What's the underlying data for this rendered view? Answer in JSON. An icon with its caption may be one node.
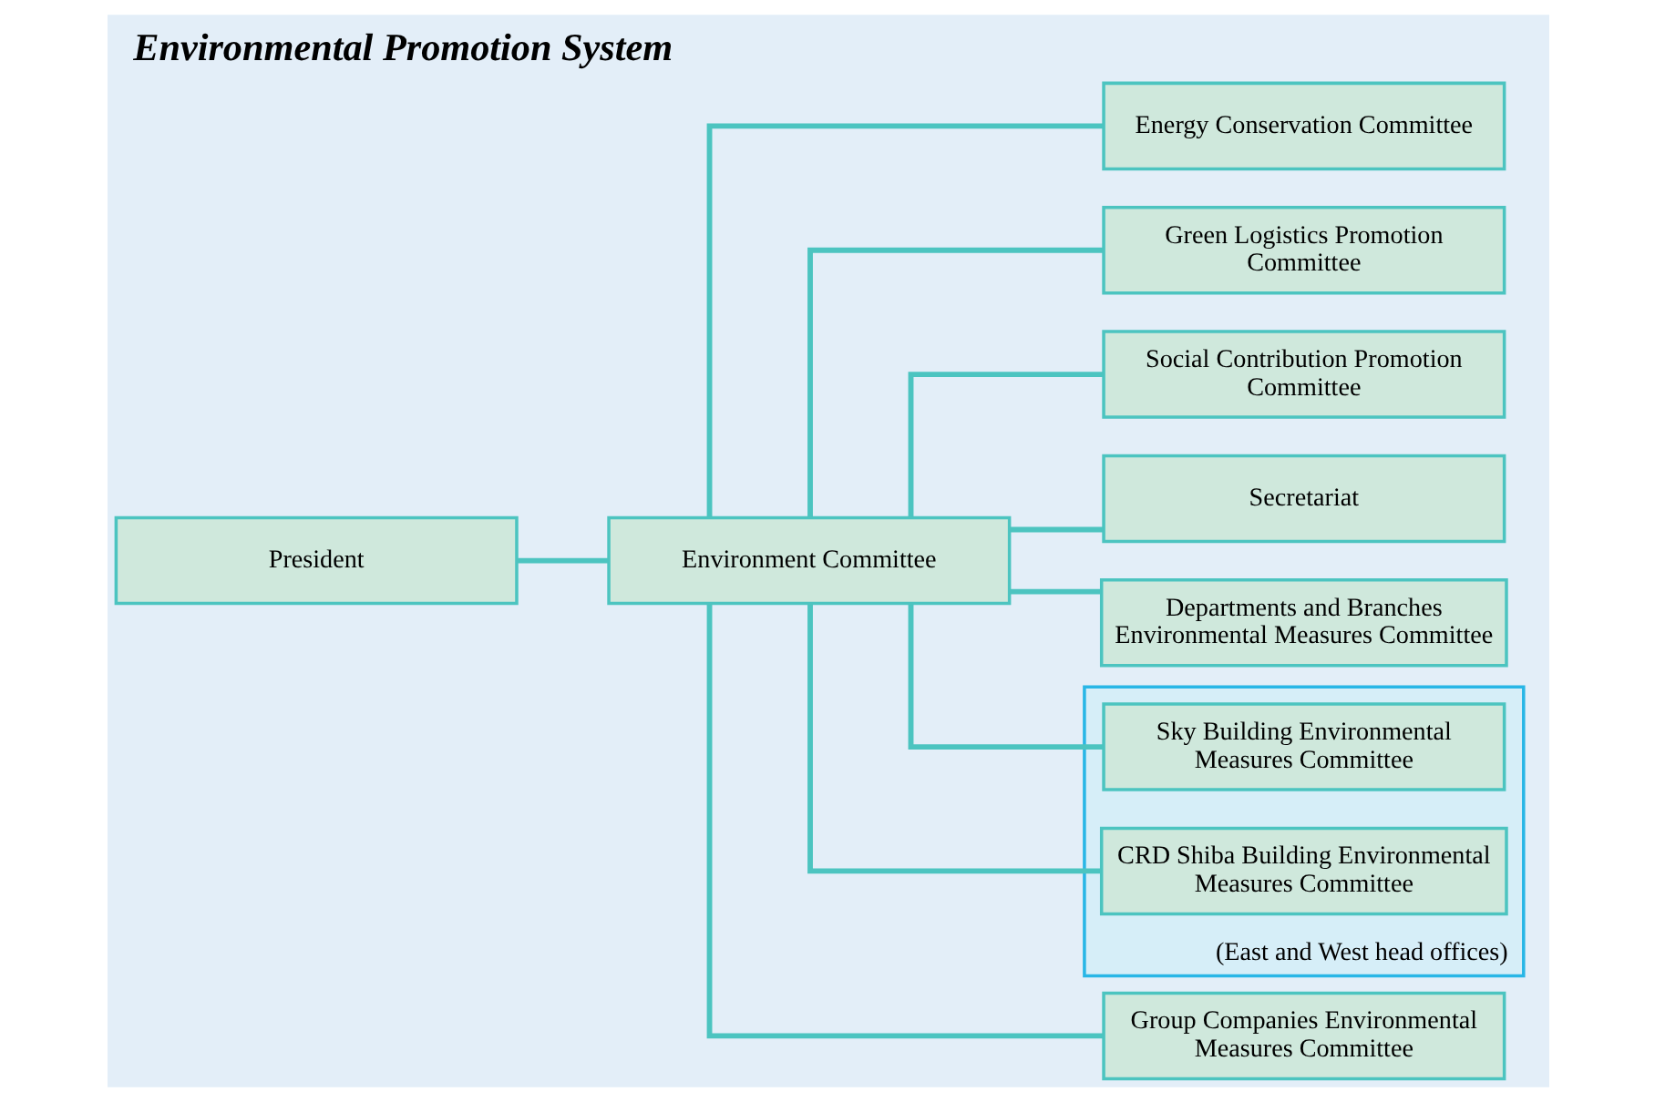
{
  "diagram": {
    "title": "Environmental Promotion System",
    "nodes": [
      {
        "text": [
          "President"
        ]
      },
      {
        "text": [
          "Environment Committee"
        ]
      },
      {
        "text": [
          "Energy Conservation Committee"
        ]
      },
      {
        "text": [
          "Green Logistics Promotion Committee"
        ]
      },
      {
        "text": [
          "Social Contribution Promotion Committee"
        ]
      },
      {
        "text": [
          "Secretariat"
        ]
      },
      {
        "text": [
          "Departments and Branches Environmental Measures Committee"
        ]
      },
      {
        "text": [
          "(East and West head offices)"
        ]
      },
      {
        "text": [
          "Sky Building Environmental Measures Committee"
        ],
        "in": 7
      },
      {
        "text": [
          "CRD Shiba Building Environmental Measures Committee"
        ],
        "in": 7
      },
      {
        "text": [
          "Group Companies Environmental Measures Committee"
        ]
      }
    ],
    "edges": [
      {
        "from": 0,
        "to": 1,
        "arrow": "none"
      },
      {
        "from": 1,
        "to": 2,
        "arrow": "none"
      },
      {
        "from": 1,
        "to": 3,
        "arrow": "none"
      },
      {
        "from": 1,
        "to": 4,
        "arrow": "none"
      },
      {
        "from": 1,
        "to": 5,
        "arrow": "none"
      },
      {
        "from": 1,
        "to": 6,
        "arrow": "none"
      },
      {
        "from": 1,
        "to": 8,
        "arrow": "none"
      },
      {
        "from": 1,
        "to": 9,
        "arrow": "none"
      },
      {
        "from": 1,
        "to": 10,
        "arrow": "none"
      }
    ]
  }
}
